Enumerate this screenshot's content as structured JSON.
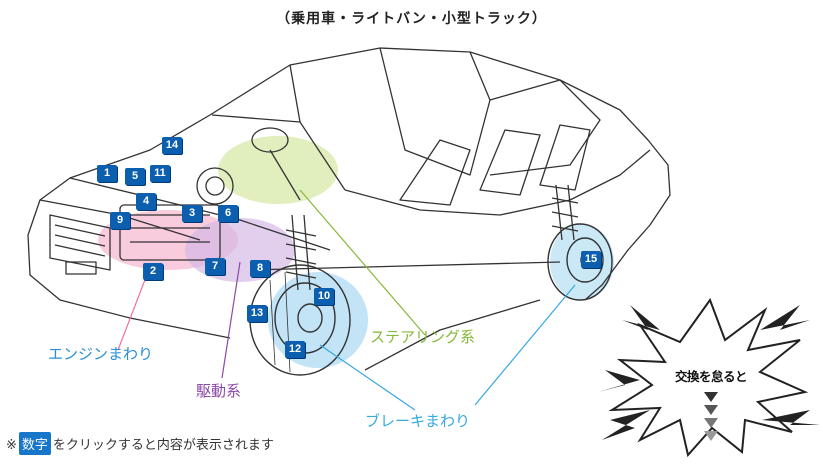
{
  "title": "（乗用車・ライトバン・小型トラック）",
  "badges": [
    "1",
    "2",
    "3",
    "4",
    "5",
    "6",
    "7",
    "8",
    "9",
    "10",
    "11",
    "12",
    "13",
    "14",
    "15"
  ],
  "systems": {
    "engine": "エンジンまわり",
    "drive": "駆動系",
    "steering": "ステアリング系",
    "brake": "ブレーキまわり"
  },
  "colors": {
    "badge": "#0b5fae",
    "engine": "#f06ea0",
    "drive": "#8c4aa8",
    "steering": "#86b83a",
    "brake": "#35a9e0"
  },
  "warning": "交換を怠ると",
  "note": {
    "prefix": "※",
    "highlight": "数字",
    "suffix": "をクリックすると内容が表示されます"
  }
}
